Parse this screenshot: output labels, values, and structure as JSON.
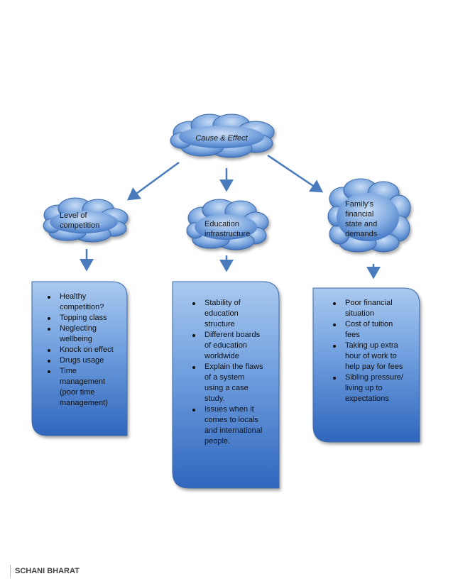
{
  "center_cloud": {
    "label": "Cause & Effect"
  },
  "clouds": [
    {
      "id": "competition",
      "label": "Level of competition"
    },
    {
      "id": "education",
      "label": "Education infrastructure"
    },
    {
      "id": "family",
      "label": "Family’s financial state and demands"
    }
  ],
  "boxes": [
    {
      "id": "competition",
      "items": [
        "Healthy competition?",
        "Topping class",
        "Neglecting wellbeing",
        "Knock on effect",
        "Drugs usage",
        "Time management (poor time management)"
      ]
    },
    {
      "id": "education",
      "items": [
        "Stability of education structure",
        "Different boards of education worldwide",
        "Explain the flaws of a system using a case study.",
        "Issues when it comes to locals and international people."
      ]
    },
    {
      "id": "family",
      "items": [
        "Poor financial situation",
        "Cost of tuition fees",
        "Taking up extra hour of work to help pay for fees",
        "Sibling pressure/ living up to expectations"
      ]
    }
  ],
  "footer": {
    "author": "SCHANI BHARAT"
  },
  "colors": {
    "fill_light": "#9ec2ec",
    "fill_dark": "#3a72c2",
    "arrow": "#4a7bbd",
    "outline": "#3d6aa8"
  }
}
